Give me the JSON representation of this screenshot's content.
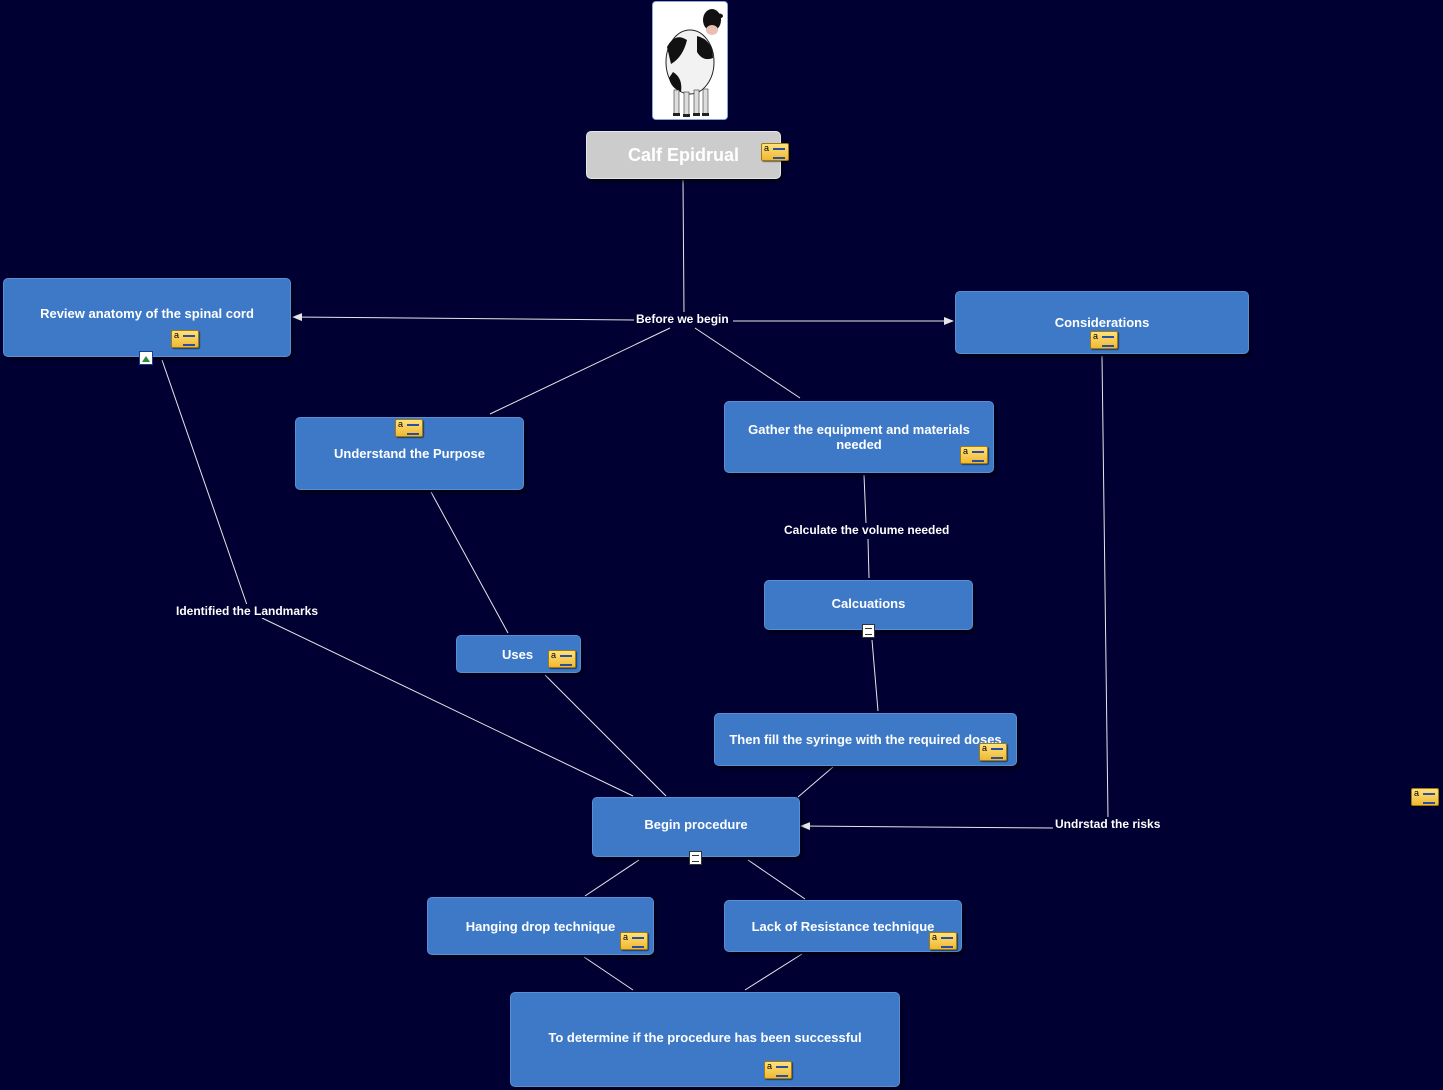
{
  "title": "Calf Epidrual",
  "image": {
    "subject": "cow-photo"
  },
  "nodes": {
    "review_anatomy": "Review anatomy of the spinal cord",
    "considerations": "Considerations",
    "understand_purpose": "Understand the Purpose",
    "gather_equipment": "Gather the equipment and materials needed",
    "calculations": "Calcuations",
    "uses": "Uses",
    "fill_syringe": "Then fill the syringe with the required doses",
    "begin_procedure": "Begin procedure",
    "hanging_drop": "Hanging drop technique",
    "lack_resistance": "Lack of Resistance technique",
    "determine_success": "To determine if  the procedure has been successful"
  },
  "phrases": {
    "before_we_begin": "Before we begin",
    "identified_landmarks": "Identified the Landmarks",
    "calculate_volume": "Calculate the volume needed",
    "understand_risks": "Undrstad the risks"
  },
  "colors": {
    "background": "#000033",
    "node_fill": "#3d79c7",
    "title_fill": "#cccccc",
    "link": "#e6e6e6"
  },
  "icons": [
    "note-icon",
    "document-icon",
    "image-icon"
  ]
}
